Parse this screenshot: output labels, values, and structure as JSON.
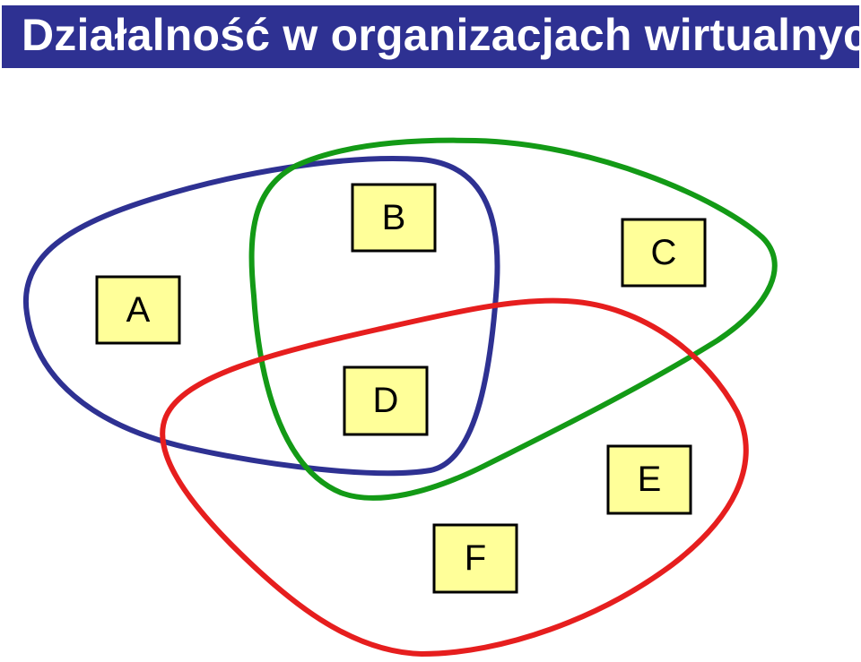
{
  "title": "Działalność w organizacjach wirtualnych",
  "colors": {
    "title_background": "#2e3192",
    "title_text": "#ffffff",
    "box_fill": "#ffff99",
    "box_border": "#000000",
    "group_blue": "#2e3192",
    "group_green": "#139a16",
    "group_red": "#e61e1e"
  },
  "groups": [
    {
      "name": "blue-group",
      "members": [
        "A",
        "B",
        "D"
      ],
      "color": "#2e3192"
    },
    {
      "name": "green-group",
      "members": [
        "B",
        "C",
        "D"
      ],
      "color": "#139a16"
    },
    {
      "name": "red-group",
      "members": [
        "D",
        "E",
        "F"
      ],
      "color": "#e61e1e"
    }
  ],
  "boxes": {
    "a": "A",
    "b": "B",
    "c": "C",
    "d": "D",
    "e": "E",
    "f": "F"
  }
}
